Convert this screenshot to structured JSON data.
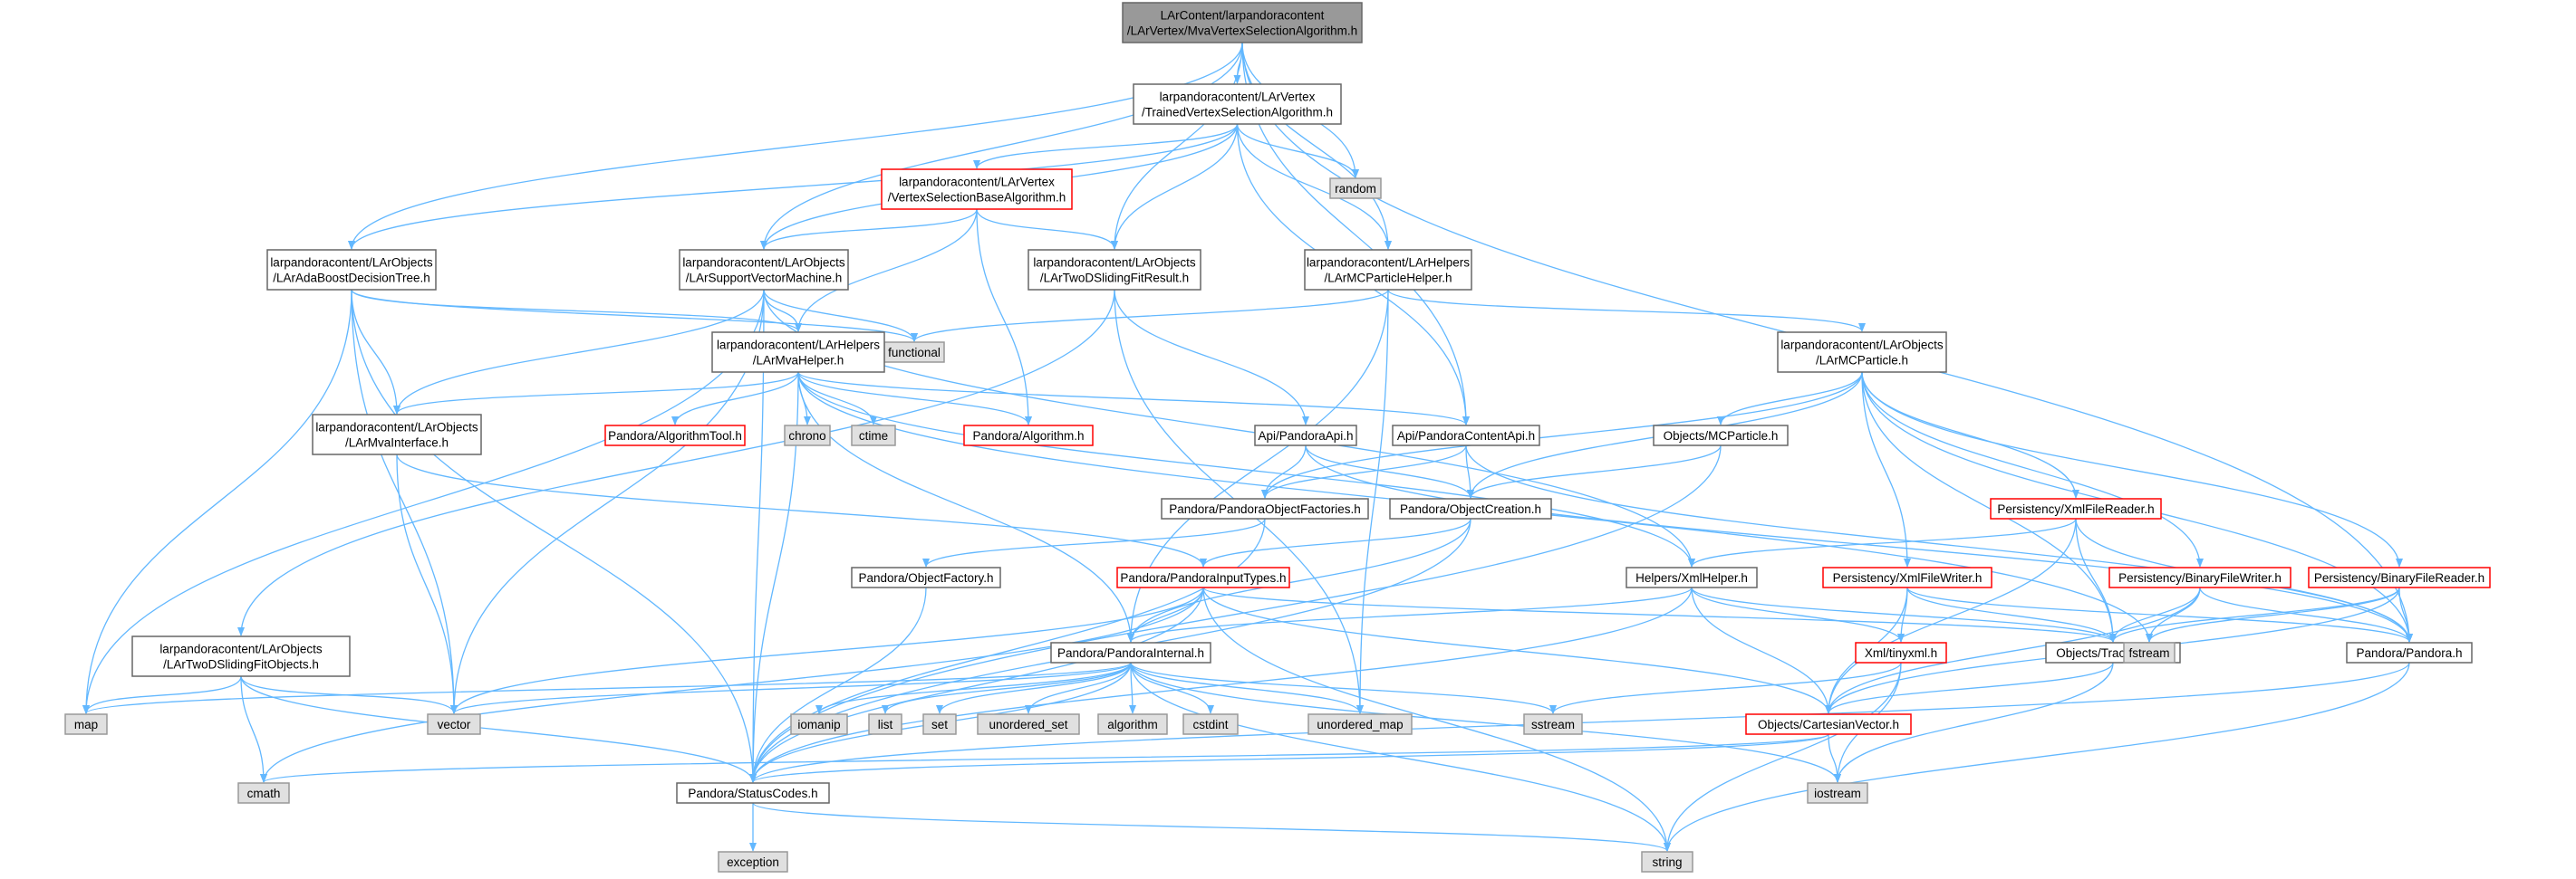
{
  "colors": {
    "edge": "#63b8ff",
    "root_fill": "#999999",
    "file_fill": "#ffffff",
    "file_stroke": "#666666",
    "system_fill": "#e0e0e0",
    "system_stroke": "#999999",
    "truncated_fill": "#ffffff",
    "truncated_stroke": "#ff0000"
  },
  "nodes": [
    {
      "id": "root",
      "kind": "root",
      "lines": [
        "LArContent/larpandoracontent",
        "/LArVertex/MvaVertexSelectionAlgorithm.h"
      ]
    },
    {
      "id": "trained",
      "kind": "file",
      "lines": [
        "larpandoracontent/LArVertex",
        "/TrainedVertexSelectionAlgorithm.h"
      ]
    },
    {
      "id": "random",
      "kind": "system",
      "lines": [
        "random"
      ]
    },
    {
      "id": "vsb",
      "kind": "truncated",
      "lines": [
        "larpandoracontent/LArVertex",
        "/VertexSelectionBaseAlgorithm.h"
      ]
    },
    {
      "id": "adaboost",
      "kind": "file",
      "lines": [
        "larpandoracontent/LArObjects",
        "/LArAdaBoostDecisionTree.h"
      ]
    },
    {
      "id": "svm",
      "kind": "file",
      "lines": [
        "larpandoracontent/LArObjects",
        "/LArSupportVectorMachine.h"
      ]
    },
    {
      "id": "twod",
      "kind": "file",
      "lines": [
        "larpandoracontent/LArObjects",
        "/LArTwoDSlidingFitResult.h"
      ]
    },
    {
      "id": "mcph",
      "kind": "file",
      "lines": [
        "larpandoracontent/LArHelpers",
        "/LArMCParticleHelper.h"
      ]
    },
    {
      "id": "functional",
      "kind": "system",
      "lines": [
        "functional"
      ]
    },
    {
      "id": "mvahelper",
      "kind": "file",
      "lines": [
        "larpandoracontent/LArHelpers",
        "/LArMvaHelper.h"
      ]
    },
    {
      "id": "larmcp",
      "kind": "file",
      "lines": [
        "larpandoracontent/LArObjects",
        "/LArMCParticle.h"
      ]
    },
    {
      "id": "mvainterface",
      "kind": "file",
      "lines": [
        "larpandoracontent/LArObjects",
        "/LArMvaInterface.h"
      ]
    },
    {
      "id": "algtool",
      "kind": "truncated",
      "lines": [
        "Pandora/AlgorithmTool.h"
      ]
    },
    {
      "id": "chrono",
      "kind": "system",
      "lines": [
        "chrono"
      ]
    },
    {
      "id": "ctime",
      "kind": "system",
      "lines": [
        "ctime"
      ]
    },
    {
      "id": "algorithm_h",
      "kind": "truncated",
      "lines": [
        "Pandora/Algorithm.h"
      ]
    },
    {
      "id": "pandoraapi",
      "kind": "file",
      "lines": [
        "Api/PandoraApi.h"
      ]
    },
    {
      "id": "contentapi",
      "kind": "file",
      "lines": [
        "Api/PandoraContentApi.h"
      ]
    },
    {
      "id": "mcparticle",
      "kind": "file",
      "lines": [
        "Objects/MCParticle.h"
      ]
    },
    {
      "id": "objfactories",
      "kind": "file",
      "lines": [
        "Pandora/PandoraObjectFactories.h"
      ]
    },
    {
      "id": "objcreation",
      "kind": "file",
      "lines": [
        "Pandora/ObjectCreation.h"
      ]
    },
    {
      "id": "xmlreader",
      "kind": "truncated",
      "lines": [
        "Persistency/XmlFileReader.h"
      ]
    },
    {
      "id": "objfactory",
      "kind": "file",
      "lines": [
        "Pandora/ObjectFactory.h"
      ]
    },
    {
      "id": "inputtypes",
      "kind": "truncated",
      "lines": [
        "Pandora/PandoraInputTypes.h"
      ]
    },
    {
      "id": "xmlhelper",
      "kind": "file",
      "lines": [
        "Helpers/XmlHelper.h"
      ]
    },
    {
      "id": "xmlwriter",
      "kind": "truncated",
      "lines": [
        "Persistency/XmlFileWriter.h"
      ]
    },
    {
      "id": "binwriter",
      "kind": "truncated",
      "lines": [
        "Persistency/BinaryFileWriter.h"
      ]
    },
    {
      "id": "binreader",
      "kind": "truncated",
      "lines": [
        "Persistency/BinaryFileReader.h"
      ]
    },
    {
      "id": "twodobj",
      "kind": "file",
      "lines": [
        "larpandoracontent/LArObjects",
        "/LArTwoDSlidingFitObjects.h"
      ]
    },
    {
      "id": "internal",
      "kind": "file",
      "lines": [
        "Pandora/PandoraInternal.h"
      ]
    },
    {
      "id": "tinyxml",
      "kind": "truncated",
      "lines": [
        "Xml/tinyxml.h"
      ]
    },
    {
      "id": "trackstate",
      "kind": "file",
      "lines": [
        "Objects/TrackState.h"
      ]
    },
    {
      "id": "fstream",
      "kind": "system",
      "lines": [
        "fstream"
      ]
    },
    {
      "id": "pandora",
      "kind": "file",
      "lines": [
        "Pandora/Pandora.h"
      ]
    },
    {
      "id": "map",
      "kind": "system",
      "lines": [
        "map"
      ]
    },
    {
      "id": "vector",
      "kind": "system",
      "lines": [
        "vector"
      ]
    },
    {
      "id": "iomanip",
      "kind": "system",
      "lines": [
        "iomanip"
      ]
    },
    {
      "id": "list",
      "kind": "system",
      "lines": [
        "list"
      ]
    },
    {
      "id": "set",
      "kind": "system",
      "lines": [
        "set"
      ]
    },
    {
      "id": "unordered_set",
      "kind": "system",
      "lines": [
        "unordered_set"
      ]
    },
    {
      "id": "algorithm_std",
      "kind": "system",
      "lines": [
        "algorithm"
      ]
    },
    {
      "id": "cstdint",
      "kind": "system",
      "lines": [
        "cstdint"
      ]
    },
    {
      "id": "unordered_map",
      "kind": "system",
      "lines": [
        "unordered_map"
      ]
    },
    {
      "id": "sstream",
      "kind": "system",
      "lines": [
        "sstream"
      ]
    },
    {
      "id": "cartesian",
      "kind": "truncated",
      "lines": [
        "Objects/CartesianVector.h"
      ]
    },
    {
      "id": "cmath",
      "kind": "system",
      "lines": [
        "cmath"
      ]
    },
    {
      "id": "statuscodes",
      "kind": "file",
      "lines": [
        "Pandora/StatusCodes.h"
      ]
    },
    {
      "id": "iostream",
      "kind": "system",
      "lines": [
        "iostream"
      ]
    },
    {
      "id": "exception",
      "kind": "system",
      "lines": [
        "exception"
      ]
    },
    {
      "id": "string",
      "kind": "system",
      "lines": [
        "string"
      ]
    }
  ],
  "edges": [
    [
      "root",
      "trained"
    ],
    [
      "root",
      "random"
    ],
    [
      "root",
      "adaboost"
    ],
    [
      "root",
      "svm"
    ],
    [
      "root",
      "twod"
    ],
    [
      "root",
      "mcph"
    ],
    [
      "root",
      "contentapi"
    ],
    [
      "root",
      "pandora"
    ],
    [
      "trained",
      "random"
    ],
    [
      "trained",
      "vsb"
    ],
    [
      "trained",
      "adaboost"
    ],
    [
      "trained",
      "svm"
    ],
    [
      "trained",
      "twod"
    ],
    [
      "trained",
      "mcph"
    ],
    [
      "trained",
      "contentapi"
    ],
    [
      "vsb",
      "svm"
    ],
    [
      "vsb",
      "twod"
    ],
    [
      "vsb",
      "mvahelper"
    ],
    [
      "vsb",
      "algorithm_h"
    ],
    [
      "adaboost",
      "mvahelper"
    ],
    [
      "adaboost",
      "mvainterface"
    ],
    [
      "adaboost",
      "functional"
    ],
    [
      "adaboost",
      "map"
    ],
    [
      "adaboost",
      "vector"
    ],
    [
      "adaboost",
      "statuscodes"
    ],
    [
      "svm",
      "mvahelper"
    ],
    [
      "svm",
      "mvainterface"
    ],
    [
      "svm",
      "functional"
    ],
    [
      "svm",
      "map"
    ],
    [
      "svm",
      "vector"
    ],
    [
      "svm",
      "statuscodes"
    ],
    [
      "svm",
      "xmlhelper"
    ],
    [
      "twod",
      "twodobj"
    ],
    [
      "twod",
      "pandoraapi"
    ],
    [
      "twod",
      "unordered_map"
    ],
    [
      "mcph",
      "larmcp"
    ],
    [
      "mcph",
      "functional"
    ],
    [
      "mcph",
      "internal"
    ],
    [
      "mcph",
      "unordered_map"
    ],
    [
      "mvahelper",
      "mvainterface"
    ],
    [
      "mvahelper",
      "algtool"
    ],
    [
      "mvahelper",
      "chrono"
    ],
    [
      "mvahelper",
      "ctime"
    ],
    [
      "mvahelper",
      "algorithm_h"
    ],
    [
      "mvahelper",
      "contentapi"
    ],
    [
      "mvahelper",
      "internal"
    ],
    [
      "mvahelper",
      "statuscodes"
    ],
    [
      "mvahelper",
      "xmlhelper"
    ],
    [
      "mvahelper",
      "fstream"
    ],
    [
      "larmcp",
      "objfactories"
    ],
    [
      "larmcp",
      "objcreation"
    ],
    [
      "larmcp",
      "mcparticle"
    ],
    [
      "larmcp",
      "xmlreader"
    ],
    [
      "larmcp",
      "xmlwriter"
    ],
    [
      "larmcp",
      "binwriter"
    ],
    [
      "larmcp",
      "binreader"
    ],
    [
      "larmcp",
      "trackstate"
    ],
    [
      "larmcp",
      "pandora"
    ],
    [
      "mvainterface",
      "inputtypes"
    ],
    [
      "mvainterface",
      "vector"
    ],
    [
      "pandoraapi",
      "objfactories"
    ],
    [
      "pandoraapi",
      "objcreation"
    ],
    [
      "pandoraapi",
      "pandora"
    ],
    [
      "contentapi",
      "objfactories"
    ],
    [
      "contentapi",
      "objcreation"
    ],
    [
      "contentapi",
      "pandora"
    ],
    [
      "mcparticle",
      "objcreation"
    ],
    [
      "mcparticle",
      "statuscodes"
    ],
    [
      "objfactories",
      "objfactory"
    ],
    [
      "objfactories",
      "statuscodes"
    ],
    [
      "objcreation",
      "inputtypes"
    ],
    [
      "objcreation",
      "internal"
    ],
    [
      "objcreation",
      "statuscodes"
    ],
    [
      "xmlreader",
      "xmlhelper"
    ],
    [
      "xmlreader",
      "cartesian"
    ],
    [
      "xmlreader",
      "trackstate"
    ],
    [
      "xmlreader",
      "pandora"
    ],
    [
      "objfactory",
      "statuscodes"
    ],
    [
      "inputtypes",
      "internal"
    ],
    [
      "inputtypes",
      "cartesian"
    ],
    [
      "inputtypes",
      "trackstate"
    ],
    [
      "inputtypes",
      "vector"
    ],
    [
      "inputtypes",
      "statuscodes"
    ],
    [
      "inputtypes",
      "string"
    ],
    [
      "inputtypes",
      "cmath"
    ],
    [
      "xmlhelper",
      "internal"
    ],
    [
      "xmlhelper",
      "tinyxml"
    ],
    [
      "xmlhelper",
      "trackstate"
    ],
    [
      "xmlhelper",
      "cartesian"
    ],
    [
      "xmlhelper",
      "statuscodes"
    ],
    [
      "xmlwriter",
      "tinyxml"
    ],
    [
      "xmlwriter",
      "trackstate"
    ],
    [
      "xmlwriter",
      "cartesian"
    ],
    [
      "xmlwriter",
      "pandora"
    ],
    [
      "binwriter",
      "trackstate"
    ],
    [
      "binwriter",
      "fstream"
    ],
    [
      "binwriter",
      "cartesian"
    ],
    [
      "binwriter",
      "pandora"
    ],
    [
      "binreader",
      "trackstate"
    ],
    [
      "binreader",
      "fstream"
    ],
    [
      "binreader",
      "cartesian"
    ],
    [
      "binreader",
      "pandora"
    ],
    [
      "twodobj",
      "map"
    ],
    [
      "twodobj",
      "vector"
    ],
    [
      "twodobj",
      "cmath"
    ],
    [
      "twodobj",
      "statuscodes"
    ],
    [
      "internal",
      "map"
    ],
    [
      "internal",
      "vector"
    ],
    [
      "internal",
      "iomanip"
    ],
    [
      "internal",
      "list"
    ],
    [
      "internal",
      "set"
    ],
    [
      "internal",
      "unordered_set"
    ],
    [
      "internal",
      "algorithm_std"
    ],
    [
      "internal",
      "cstdint"
    ],
    [
      "internal",
      "unordered_map"
    ],
    [
      "internal",
      "sstream"
    ],
    [
      "internal",
      "iostream"
    ],
    [
      "internal",
      "string"
    ],
    [
      "internal",
      "statuscodes"
    ],
    [
      "tinyxml",
      "sstream"
    ],
    [
      "tinyxml",
      "iostream"
    ],
    [
      "tinyxml",
      "string"
    ],
    [
      "trackstate",
      "cartesian"
    ],
    [
      "trackstate",
      "iostream"
    ],
    [
      "pandora",
      "statuscodes"
    ],
    [
      "pandora",
      "string"
    ],
    [
      "cartesian",
      "cmath"
    ],
    [
      "cartesian",
      "iostream"
    ],
    [
      "cartesian",
      "statuscodes"
    ],
    [
      "statuscodes",
      "exception"
    ],
    [
      "statuscodes",
      "string"
    ]
  ]
}
